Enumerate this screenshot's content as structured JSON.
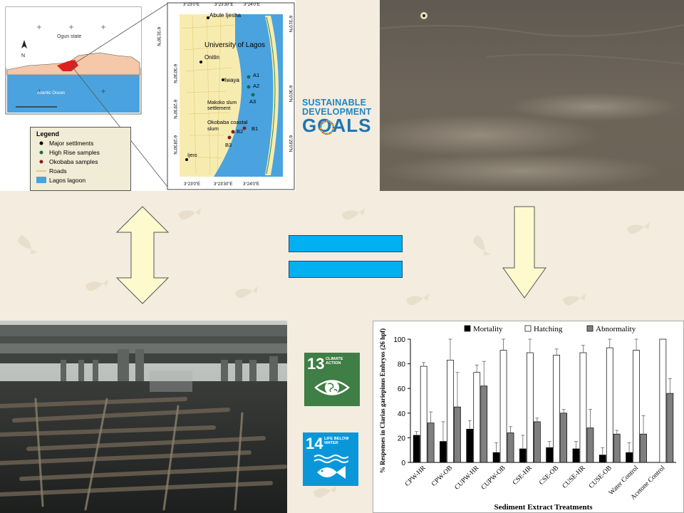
{
  "map": {
    "region_labels": {
      "ogun": "Ogun state",
      "atlantic": "Atlantic Ocean"
    },
    "detail_labels": {
      "abule_ijesha": "Abule Ijesha",
      "unilag": "University of Lagos",
      "onitin": "Onitin",
      "iwaya": "Iwaya",
      "makoko": "Makoko slum settlement",
      "okobaba": "Okobaba coastal slum",
      "ijero": "Ijero",
      "a1": "A1",
      "a2": "A2",
      "a3": "A3",
      "b1": "B1",
      "b2": "B2",
      "b3": "B3"
    },
    "coords_top": [
      "3°23'0\"E",
      "3°23'30\"E",
      "3°24'0\"E"
    ],
    "coords_bottom": [
      "3°23'0\"E",
      "3°23'30\"E",
      "3°24'0\"E"
    ],
    "coords_left": [
      "6°31'30\"N",
      "6°30'30\"N",
      "6°29'30\"N",
      "6°28'30\"N"
    ],
    "coords_right": [
      "6°31'0\"N",
      "6°30'0\"N",
      "6°29'0\"N"
    ],
    "legend": {
      "title": "Legend",
      "items": [
        {
          "label": "Major settlments",
          "color": "#000000",
          "shape": "dot"
        },
        {
          "label": "High Rise samples",
          "color": "#1a6b4e",
          "shape": "dot"
        },
        {
          "label": "Okobaba samples",
          "color": "#8b1a1a",
          "shape": "dot"
        },
        {
          "label": "Roads",
          "color": "#e0c070",
          "shape": "line"
        },
        {
          "label": "Lagos lagoon",
          "color": "#4a90e2",
          "shape": "rect"
        }
      ]
    }
  },
  "sdg": {
    "line1": "SUSTAINABLE",
    "line2": "DEVELOPMENT",
    "line3": "GOALS",
    "goal13": {
      "number": "13",
      "text": "CLIMATE ACTION",
      "color": "#3f7e44"
    },
    "goal14": {
      "number": "14",
      "text": "LIFE BELOW WATER",
      "color": "#0a97d9"
    }
  },
  "chart_data": {
    "type": "bar",
    "title": "",
    "xlabel": "Sediment Extract Treatments",
    "ylabel": "% Responses in Clarias gariepinus Embryos (26 hpf)",
    "ylim": [
      0,
      100
    ],
    "yticks": [
      0,
      20,
      40,
      60,
      80,
      100
    ],
    "legend_position": "top",
    "categories": [
      "CPW-HR",
      "CPW-OB",
      "CUPW-HR",
      "CUPW-OB",
      "CSE-HR",
      "CSE-OB",
      "CUSE-HR",
      "CUSE-OB",
      "Water Control",
      "Acetone Control"
    ],
    "series": [
      {
        "name": "Mortality",
        "color": "#000000",
        "values": [
          22,
          17,
          27,
          8,
          11,
          12,
          11,
          6,
          8,
          0
        ],
        "errors": [
          3,
          16,
          7,
          8,
          11,
          5,
          6,
          6,
          8,
          0
        ]
      },
      {
        "name": "Hatching",
        "color": "#ffffff",
        "values": [
          78,
          83,
          73,
          91,
          89,
          87,
          89,
          93,
          91,
          100
        ],
        "errors": [
          3,
          17,
          6,
          9,
          11,
          5,
          6,
          7,
          9,
          0
        ]
      },
      {
        "name": "Abnormality",
        "color": "#7f7f7f",
        "values": [
          32,
          45,
          62,
          24,
          33,
          40,
          28,
          23,
          23,
          56
        ],
        "errors": [
          9,
          28,
          20,
          5,
          3,
          3,
          15,
          3,
          15,
          12
        ]
      }
    ]
  }
}
